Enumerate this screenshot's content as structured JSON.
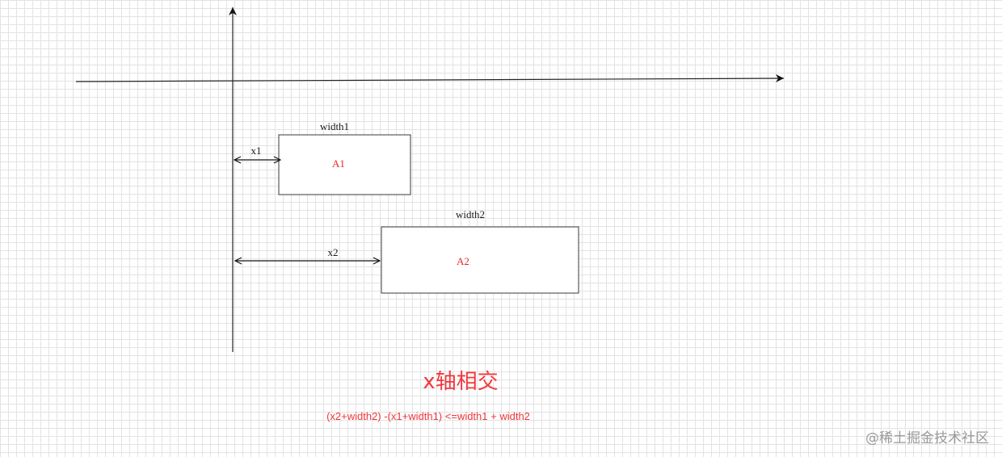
{
  "diagram": {
    "title": "x轴相交",
    "formula": "(x2+width2) -(x1+width1) <=width1 + width2",
    "box1": {
      "name": "A1",
      "width_label": "width1",
      "offset_label": "x1"
    },
    "box2": {
      "name": "A2",
      "width_label": "width2",
      "offset_label": "x2"
    }
  },
  "watermark": "@稀土掘金技术社区",
  "colors": {
    "accent": "#f2373c",
    "grid": "#e3e3e3",
    "line": "#222222"
  }
}
